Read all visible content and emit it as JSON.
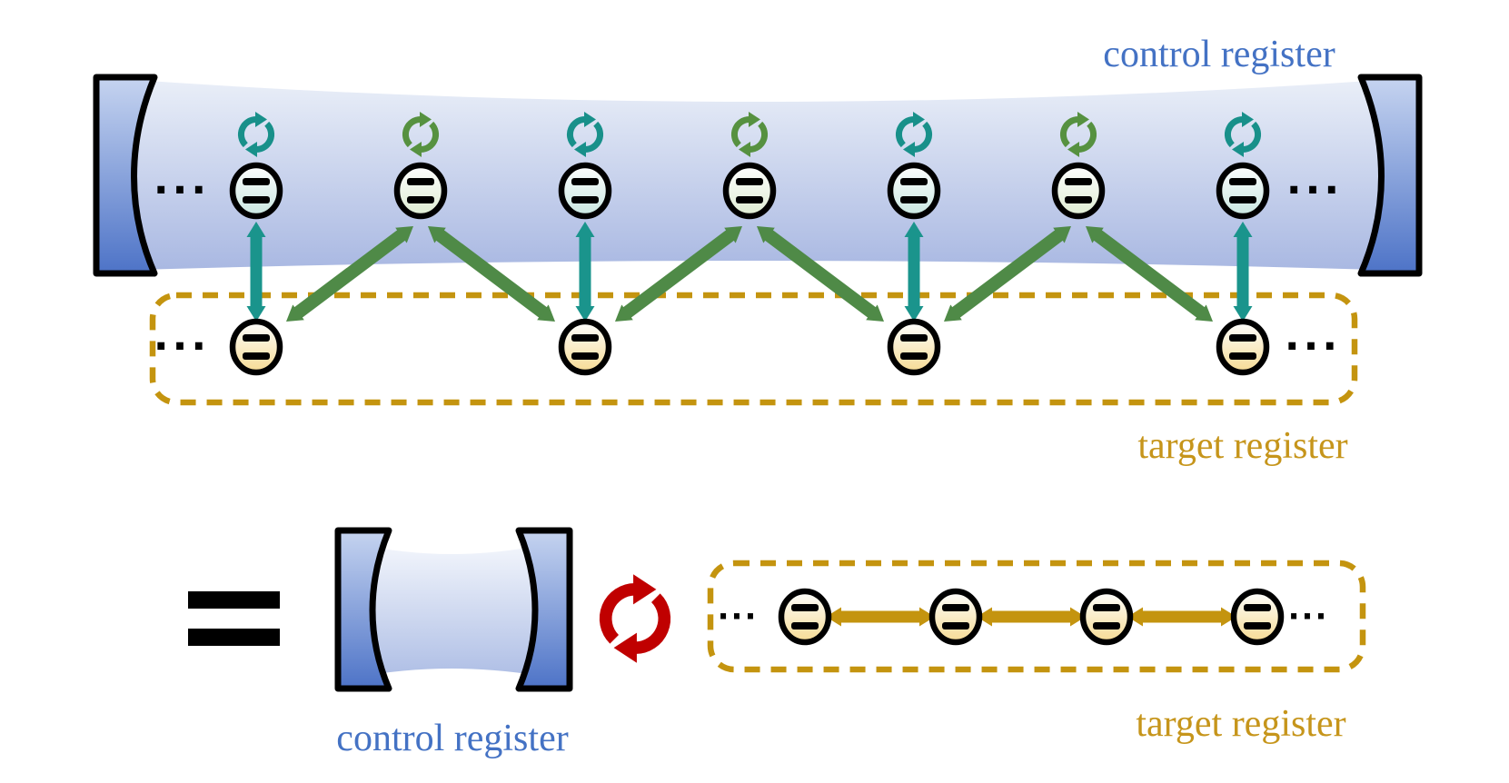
{
  "palette": {
    "blue": "#4472C4",
    "gold": "#C4940F",
    "goldText": "#C6951B",
    "teal": "#18908A",
    "tealArrow": "#1A948C",
    "green": "#569140",
    "greenArrow": "#4F8A47",
    "red": "#C00000",
    "ink": "#000000",
    "beamTop": "#EAEFF8",
    "beamBottom": "#A9B8E2",
    "beamSmallTop": "#F3F6FC",
    "beamSmallBottom": "#AEBEE5",
    "mirrorTop": "#C6D4F0",
    "mirrorBottom": "#4D73C7",
    "atomTeal": "#C9E7E1",
    "atomGreen": "#DFEDD3",
    "atomGold": "#F6DB93",
    "atomHighlight": "#FDFEFE"
  },
  "labels": {
    "control_register_top": "control register",
    "target_register_top": "target register",
    "control_register_bottom": "control register",
    "target_register_bottom": "target register",
    "equals": "="
  },
  "ellipsis": "···"
}
